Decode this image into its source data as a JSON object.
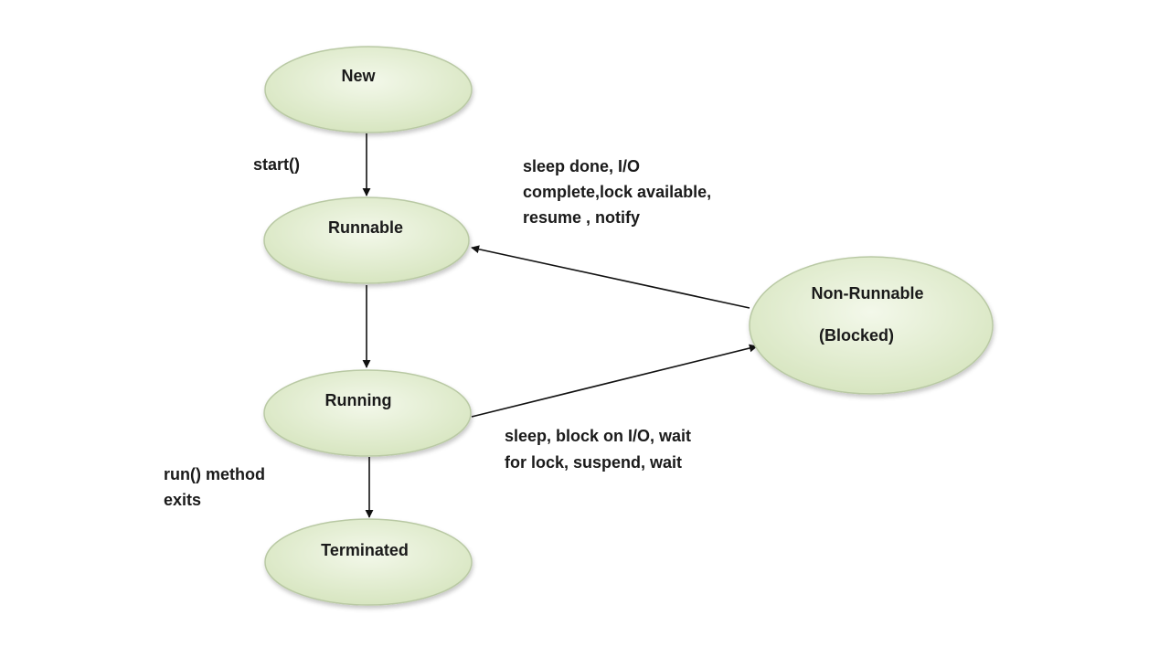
{
  "diagram": {
    "states": {
      "new": {
        "label": "New"
      },
      "runnable": {
        "label": "Runnable"
      },
      "running": {
        "label": "Running"
      },
      "terminated": {
        "label": "Terminated"
      },
      "non_runnable": {
        "label_line1": "Non-Runnable",
        "label_line2": "(Blocked)"
      }
    },
    "transitions": {
      "start": {
        "label": "start()"
      },
      "unblock": {
        "line1": "sleep done, I/O",
        "line2": "complete,lock available,",
        "line3": "resume , notify"
      },
      "block": {
        "line1": "sleep, block on I/O, wait",
        "line2": "for lock, suspend,  wait"
      },
      "exit": {
        "line1": "run() method",
        "line2": "exits"
      }
    },
    "colors": {
      "state_fill_light": "#f3f8ea",
      "state_fill_dark": "#d5e4bd",
      "state_stroke": "#b9c9a4",
      "edge": "#111111",
      "text": "#1a1a1a"
    }
  }
}
